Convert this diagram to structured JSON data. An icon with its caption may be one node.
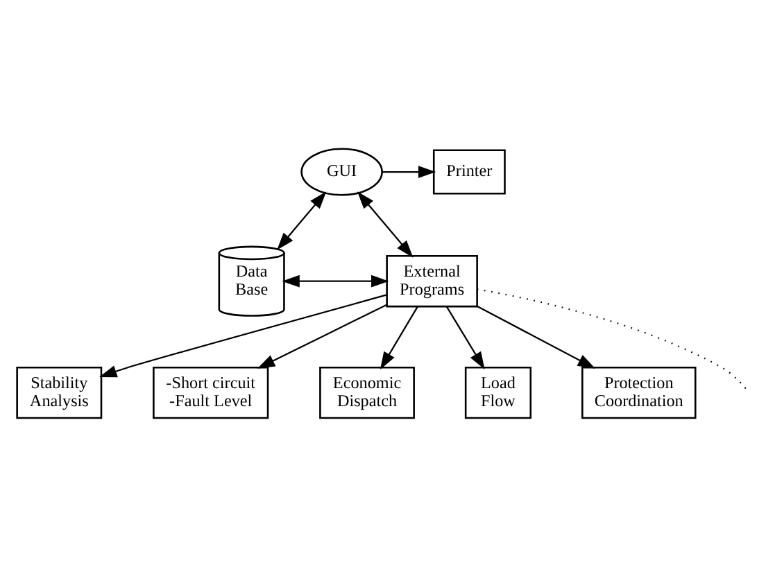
{
  "diagram": {
    "nodes": [
      {
        "text": [
          "GUI"
        ]
      },
      {
        "text": [
          "Printer"
        ]
      },
      {
        "text": [
          "Data Base"
        ]
      },
      {
        "text": [
          "External Programs"
        ]
      },
      {
        "text": [
          "Stability Analysis"
        ]
      },
      {
        "text": [
          "-Short circuit -Fault Level"
        ]
      },
      {
        "text": [
          "Economic Dispatch"
        ]
      },
      {
        "text": [
          "Load Flow"
        ]
      },
      {
        "text": [
          "Protection Coordination"
        ]
      }
    ],
    "edges": [
      {
        "from": 0,
        "to": 1,
        "arrow": "to"
      },
      {
        "from": 0,
        "to": 2,
        "arrow": "both"
      },
      {
        "from": 0,
        "to": 3,
        "arrow": "both"
      },
      {
        "from": 2,
        "to": 3,
        "arrow": "both"
      },
      {
        "from": 3,
        "to": 4,
        "arrow": "to"
      },
      {
        "from": 3,
        "to": 5,
        "arrow": "to"
      },
      {
        "from": 3,
        "to": 6,
        "arrow": "to"
      },
      {
        "from": 3,
        "to": 7,
        "arrow": "to"
      },
      {
        "from": 3,
        "to": 8,
        "arrow": "to"
      },
      {
        "from": 3,
        "to": null,
        "arrow": "none",
        "style": "dashed"
      }
    ]
  }
}
